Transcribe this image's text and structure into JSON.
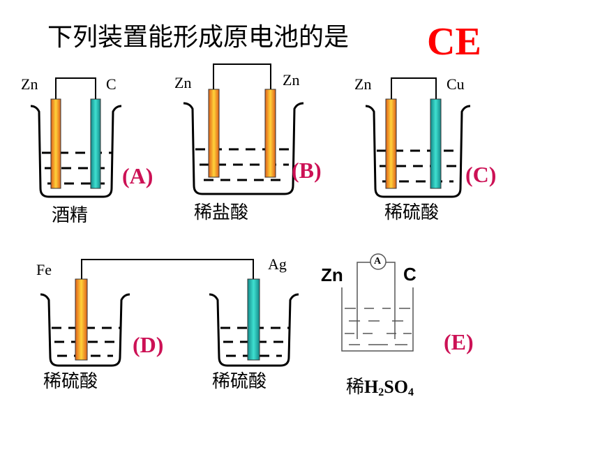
{
  "title": "下列装置能形成原电池的是",
  "answer": "CE",
  "setups": {
    "A": {
      "option": "(A)",
      "left_electrode": "Zn",
      "right_electrode": "C",
      "solution": "酒精"
    },
    "B": {
      "option": "(B)",
      "left_electrode": "Zn",
      "right_electrode": "Zn",
      "solution": "稀盐酸"
    },
    "C": {
      "option": "(C)",
      "left_electrode": "Zn",
      "right_electrode": "Cu",
      "solution": "稀硫酸"
    },
    "D": {
      "option": "(D)",
      "left_electrode": "Fe",
      "right_electrode": "Ag",
      "left_solution": "稀硫酸",
      "right_solution": "稀硫酸"
    },
    "E": {
      "option": "(E)",
      "left_electrode": "Zn",
      "right_electrode": "C",
      "meter": "A",
      "solution_prefix": "稀",
      "solution_formula": {
        "h": "H",
        "h_sub": "2",
        "so": "SO",
        "o_sub": "4"
      }
    }
  },
  "colors": {
    "answer": "#ff0000",
    "option_label": "#cc1155",
    "zinc_iron_rod": "#f08a1c",
    "inert_rod": "#1fa6a0"
  }
}
